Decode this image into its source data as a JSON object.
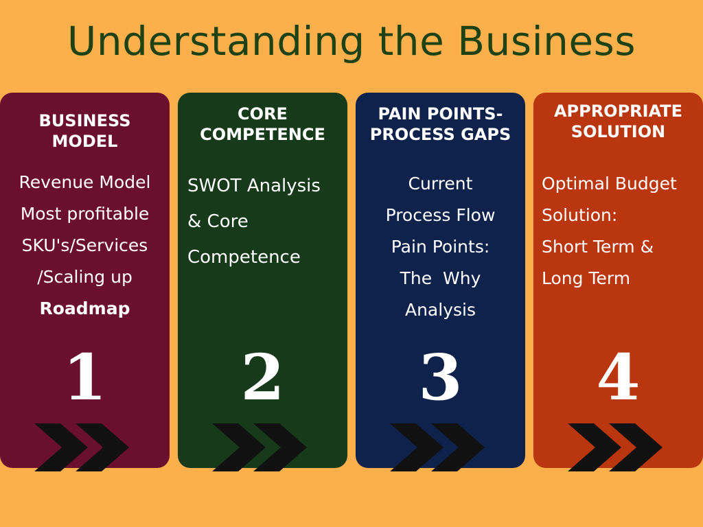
{
  "title": "Understanding the Business",
  "colors": {
    "background": "#FBB04B",
    "title": "#1E4214",
    "chevron": "#111111"
  },
  "cards": [
    {
      "heading": [
        "BUSINESS",
        "MODEL"
      ],
      "body": [
        "Revenue Model",
        "Most profitable",
        "SKU's/Services",
        "/Scaling up"
      ],
      "body_bold": "Roadmap",
      "number": "1",
      "color": "#6B0F2E",
      "icon": "double-chevron-right-icon"
    },
    {
      "heading": [
        "CORE",
        "COMPETENCE"
      ],
      "body": [
        "SWOT Analysis",
        "& Core",
        "Competence"
      ],
      "number": "2",
      "color": "#163A1A",
      "icon": "double-chevron-right-icon"
    },
    {
      "heading": [
        "PAIN POINTS-",
        "PROCESS GAPS"
      ],
      "body": [
        "Current",
        "Process Flow",
        "Pain Points:",
        "The  Why",
        "Analysis"
      ],
      "number": "3",
      "color": "#0E224B",
      "icon": "double-chevron-right-icon"
    },
    {
      "heading": [
        "APPROPRIATE",
        "SOLUTION"
      ],
      "body": [
        "Optimal Budget",
        "Solution:",
        "Short Term &",
        "Long Term"
      ],
      "number": "4",
      "color": "#BA360F",
      "icon": "double-chevron-right-icon"
    }
  ]
}
